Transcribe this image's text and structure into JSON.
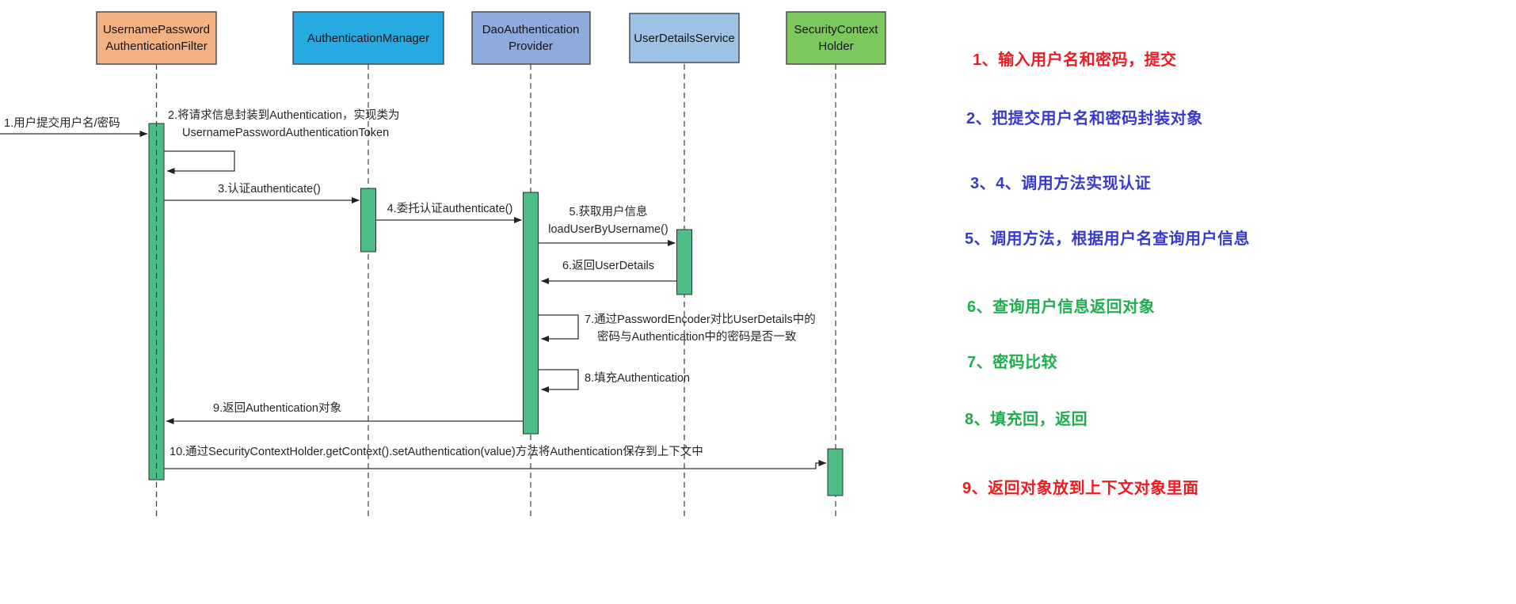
{
  "diagram": {
    "participants": [
      {
        "name": "UsernamePasswordAuthenticationFilter",
        "line1": "UsernamePassword",
        "line2": "AuthenticationFilter",
        "color": "#f4b183"
      },
      {
        "name": "AuthenticationManager",
        "line1": "AuthenticationManager",
        "line2": "",
        "color": "#27aae1"
      },
      {
        "name": "DaoAuthenticationProvider",
        "line1": "DaoAuthentication",
        "line2": "Provider",
        "color": "#8faadc"
      },
      {
        "name": "UserDetailsService",
        "line1": "UserDetailsService",
        "line2": "",
        "color": "#9dc3e6"
      },
      {
        "name": "SecurityContextHolder",
        "line1": "SecurityContext",
        "line2": "Holder",
        "color": "#7cc85c"
      }
    ],
    "messages": {
      "m1": "1.用户提交用户名/密码",
      "m2a": "2.将请求信息封装到Authentication，实现类为",
      "m2b": "UsernamePasswordAuthenticationToken",
      "m3": "3.认证authenticate()",
      "m4": "4.委托认证authenticate()",
      "m5a": "5.获取用户信息",
      "m5b": "loadUserByUsername()",
      "m6": "6.返回UserDetails",
      "m7a": "7.通过PasswordEncoder对比UserDetails中的",
      "m7b": "密码与Authentication中的密码是否一致",
      "m8": "8.填充Authentication",
      "m9": "9.返回Authentication对象",
      "m10": "10.通过SecurityContextHolder.getContext().setAuthentication(value)方法将Authentication保存到上下文中"
    },
    "colors": {
      "activation": "#4dbd85",
      "lifeline": "#3c3c3c",
      "arrow": "#222222"
    }
  },
  "annotations": {
    "items": [
      {
        "text": "1、输入用户名和密码，提交",
        "color": "#ef1b23"
      },
      {
        "text": "2、把提交用户名和密码封装对象",
        "color": "#3939cf"
      },
      {
        "text": "3、4、调用方法实现认证",
        "color": "#3939cf"
      },
      {
        "text": "5、调用方法，根据用户名查询用户信息",
        "color": "#3939cf"
      },
      {
        "text": "6、查询用户信息返回对象",
        "color": "#1fae4e"
      },
      {
        "text": "7、密码比较",
        "color": "#1fae4e"
      },
      {
        "text": "8、填充回，返回",
        "color": "#1fae4e"
      },
      {
        "text": "9、返回对象放到上下文对象里面",
        "color": "#ef1b23"
      }
    ]
  }
}
